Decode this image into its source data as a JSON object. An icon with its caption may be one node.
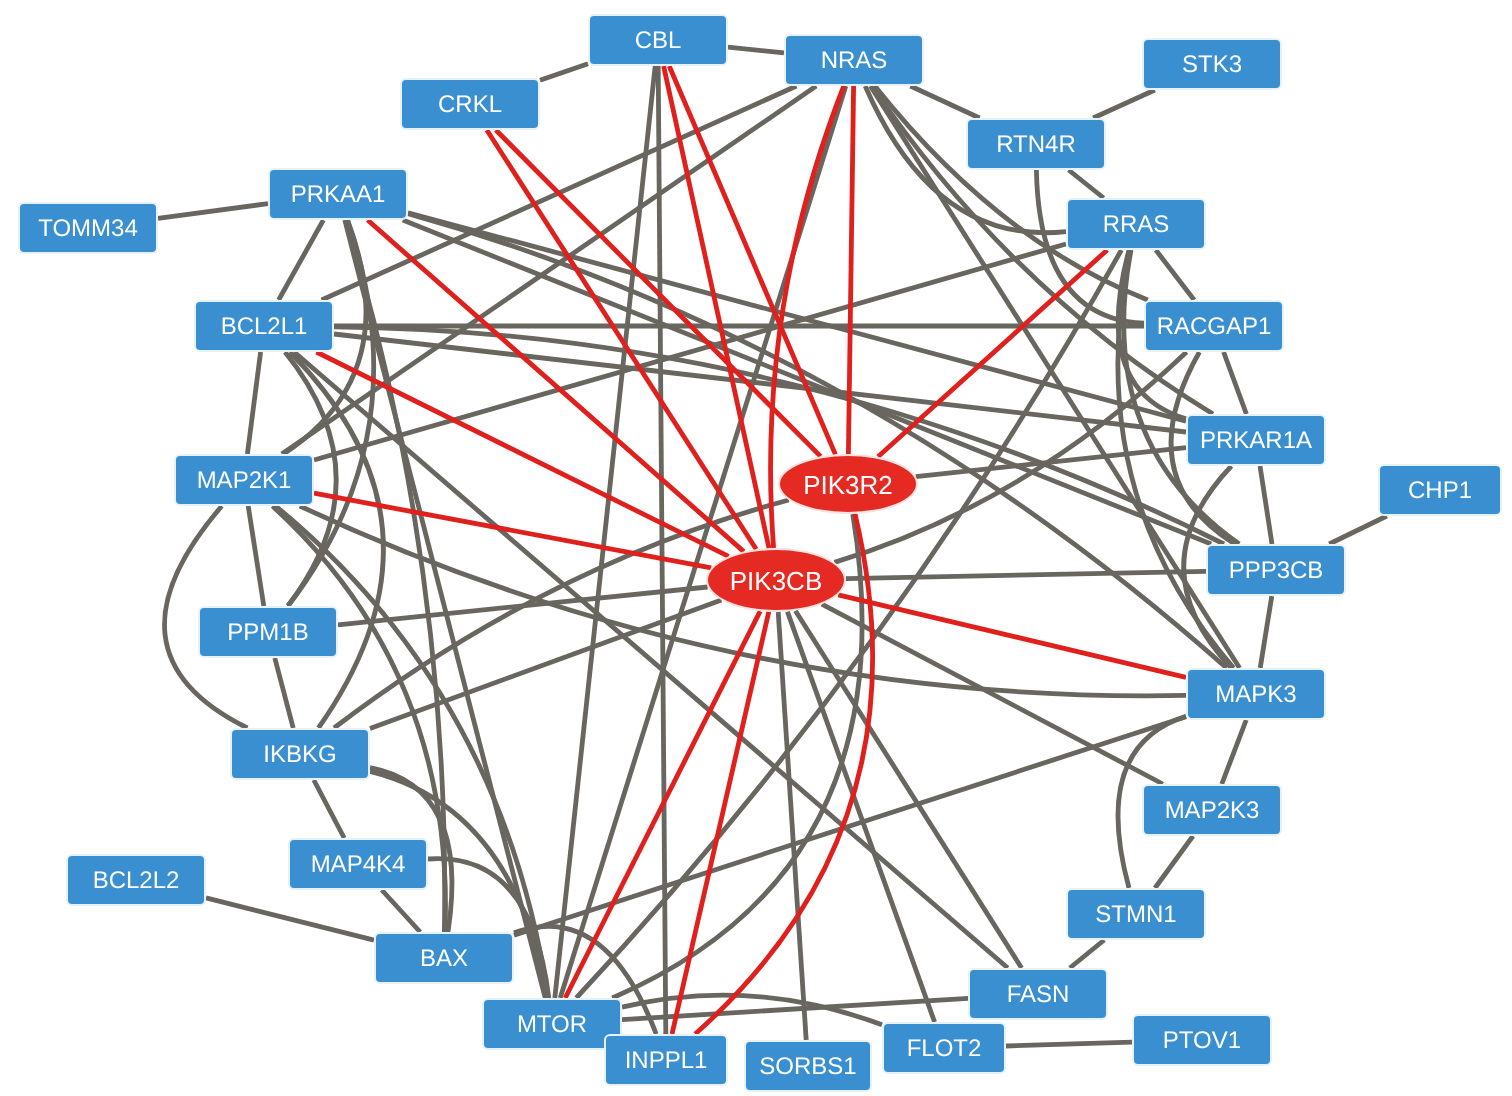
{
  "diagram": {
    "nodes": [
      {
        "text": [
          "CBL"
        ]
      },
      {
        "text": [
          "NRAS"
        ]
      },
      {
        "text": [
          "CRKL"
        ]
      },
      {
        "text": [
          "STK3"
        ]
      },
      {
        "text": [
          "RTN4R"
        ]
      },
      {
        "text": [
          "PRKAA1"
        ]
      },
      {
        "text": [
          "TOMM34"
        ]
      },
      {
        "text": [
          "RRAS"
        ]
      },
      {
        "text": [
          "BCL2L1"
        ]
      },
      {
        "text": [
          "RACGAP1"
        ]
      },
      {
        "text": [
          "PRKAR1A"
        ]
      },
      {
        "text": [
          "PIK3R2"
        ]
      },
      {
        "text": [
          "MAP2K1"
        ]
      },
      {
        "text": [
          "CHP1"
        ]
      },
      {
        "text": [
          "PPP3CB"
        ]
      },
      {
        "text": [
          "PIK3CB"
        ]
      },
      {
        "text": [
          "PPM1B"
        ]
      },
      {
        "text": [
          "MAPK3"
        ]
      },
      {
        "text": [
          "IKBKG"
        ]
      },
      {
        "text": [
          "MAP2K3"
        ]
      },
      {
        "text": [
          "MAP4K4"
        ]
      },
      {
        "text": [
          "BCL2L2"
        ]
      },
      {
        "text": [
          "STMN1"
        ]
      },
      {
        "text": [
          "BAX"
        ]
      },
      {
        "text": [
          "FASN"
        ]
      },
      {
        "text": [
          "MTOR"
        ]
      },
      {
        "text": [
          "PTOV1"
        ]
      },
      {
        "text": [
          "INPPL1"
        ]
      },
      {
        "text": [
          "FLOT2"
        ]
      },
      {
        "text": [
          "SORBS1"
        ]
      }
    ],
    "edges": [
      {
        "from": 0,
        "to": 2,
        "arrow": "none"
      },
      {
        "from": 0,
        "to": 1,
        "arrow": "none"
      },
      {
        "from": 1,
        "to": 4,
        "arrow": "none"
      },
      {
        "from": 3,
        "to": 4,
        "arrow": "none"
      },
      {
        "from": 5,
        "to": 6,
        "arrow": "none"
      },
      {
        "from": 13,
        "to": 14,
        "arrow": "none"
      },
      {
        "from": 21,
        "to": 23,
        "arrow": "none"
      },
      {
        "from": 28,
        "to": 26,
        "arrow": "none"
      },
      {
        "from": 22,
        "to": 24,
        "arrow": "none"
      },
      {
        "from": 1,
        "to": 7,
        "arrow": "none"
      },
      {
        "from": 1,
        "to": 9,
        "arrow": "none"
      },
      {
        "from": 1,
        "to": 17,
        "arrow": "none"
      },
      {
        "from": 1,
        "to": 10,
        "arrow": "none"
      },
      {
        "from": 1,
        "to": 8,
        "arrow": "none"
      },
      {
        "from": 1,
        "to": 12,
        "arrow": "none"
      },
      {
        "from": 1,
        "to": 25,
        "arrow": "none"
      },
      {
        "from": 0,
        "to": 25,
        "arrow": "none"
      },
      {
        "from": 0,
        "to": 27,
        "arrow": "none"
      },
      {
        "from": 5,
        "to": 8,
        "arrow": "none"
      },
      {
        "from": 5,
        "to": 12,
        "arrow": "none"
      },
      {
        "from": 5,
        "to": 16,
        "arrow": "none"
      },
      {
        "from": 5,
        "to": 10,
        "arrow": "none"
      },
      {
        "from": 5,
        "to": 17,
        "arrow": "none"
      },
      {
        "from": 5,
        "to": 14,
        "arrow": "none"
      },
      {
        "from": 5,
        "to": 23,
        "arrow": "none"
      },
      {
        "from": 5,
        "to": 25,
        "arrow": "none"
      },
      {
        "from": 8,
        "to": 12,
        "arrow": "none"
      },
      {
        "from": 8,
        "to": 16,
        "arrow": "none"
      },
      {
        "from": 8,
        "to": 18,
        "arrow": "none"
      },
      {
        "from": 8,
        "to": 9,
        "arrow": "none"
      },
      {
        "from": 8,
        "to": 10,
        "arrow": "none"
      },
      {
        "from": 8,
        "to": 14,
        "arrow": "none"
      },
      {
        "from": 8,
        "to": 24,
        "arrow": "none"
      },
      {
        "from": 12,
        "to": 16,
        "arrow": "none"
      },
      {
        "from": 12,
        "to": 18,
        "arrow": "none"
      },
      {
        "from": 12,
        "to": 23,
        "arrow": "none"
      },
      {
        "from": 12,
        "to": 7,
        "arrow": "none"
      },
      {
        "from": 12,
        "to": 17,
        "arrow": "none"
      },
      {
        "from": 12,
        "to": 25,
        "arrow": "none"
      },
      {
        "from": 16,
        "to": 18,
        "arrow": "none"
      },
      {
        "from": 16,
        "to": 15,
        "arrow": "none"
      },
      {
        "from": 18,
        "to": 20,
        "arrow": "none"
      },
      {
        "from": 18,
        "to": 23,
        "arrow": "none"
      },
      {
        "from": 18,
        "to": 25,
        "arrow": "none"
      },
      {
        "from": 18,
        "to": 11,
        "arrow": "none"
      },
      {
        "from": 18,
        "to": 15,
        "arrow": "none"
      },
      {
        "from": 20,
        "to": 23,
        "arrow": "none"
      },
      {
        "from": 20,
        "to": 25,
        "arrow": "none"
      },
      {
        "from": 7,
        "to": 9,
        "arrow": "none"
      },
      {
        "from": 7,
        "to": 10,
        "arrow": "none"
      },
      {
        "from": 7,
        "to": 14,
        "arrow": "none"
      },
      {
        "from": 7,
        "to": 17,
        "arrow": "none"
      },
      {
        "from": 7,
        "to": 25,
        "arrow": "none"
      },
      {
        "from": 4,
        "to": 7,
        "arrow": "none"
      },
      {
        "from": 4,
        "to": 9,
        "arrow": "none"
      },
      {
        "from": 9,
        "to": 10,
        "arrow": "none"
      },
      {
        "from": 9,
        "to": 14,
        "arrow": "none"
      },
      {
        "from": 9,
        "to": 15,
        "arrow": "none"
      },
      {
        "from": 10,
        "to": 14,
        "arrow": "none"
      },
      {
        "from": 10,
        "to": 17,
        "arrow": "none"
      },
      {
        "from": 10,
        "to": 11,
        "arrow": "none"
      },
      {
        "from": 14,
        "to": 17,
        "arrow": "none"
      },
      {
        "from": 14,
        "to": 15,
        "arrow": "none"
      },
      {
        "from": 17,
        "to": 19,
        "arrow": "none"
      },
      {
        "from": 17,
        "to": 22,
        "arrow": "none"
      },
      {
        "from": 17,
        "to": 23,
        "arrow": "none"
      },
      {
        "from": 19,
        "to": 22,
        "arrow": "none"
      },
      {
        "from": 19,
        "to": 15,
        "arrow": "none"
      },
      {
        "from": 15,
        "to": 24,
        "arrow": "none"
      },
      {
        "from": 15,
        "to": 28,
        "arrow": "none"
      },
      {
        "from": 15,
        "to": 29,
        "arrow": "none"
      },
      {
        "from": 24,
        "to": 25,
        "arrow": "none"
      },
      {
        "from": 23,
        "to": 27,
        "arrow": "none"
      },
      {
        "from": 25,
        "to": 11,
        "arrow": "none"
      },
      {
        "from": 25,
        "to": 28,
        "arrow": "none"
      },
      {
        "from": 0,
        "to": 15,
        "arrow": "none",
        "color": "#e0201c"
      },
      {
        "from": 0,
        "to": 11,
        "arrow": "none",
        "color": "#e0201c"
      },
      {
        "from": 1,
        "to": 11,
        "arrow": "none",
        "color": "#e0201c"
      },
      {
        "from": 1,
        "to": 15,
        "arrow": "none",
        "color": "#e0201c"
      },
      {
        "from": 2,
        "to": 15,
        "arrow": "none",
        "color": "#e0201c"
      },
      {
        "from": 2,
        "to": 11,
        "arrow": "none",
        "color": "#e0201c"
      },
      {
        "from": 5,
        "to": 15,
        "arrow": "none",
        "color": "#e0201c"
      },
      {
        "from": 8,
        "to": 15,
        "arrow": "none",
        "color": "#e0201c"
      },
      {
        "from": 12,
        "to": 15,
        "arrow": "none",
        "color": "#e0201c"
      },
      {
        "from": 7,
        "to": 11,
        "arrow": "none",
        "color": "#e0201c"
      },
      {
        "from": 17,
        "to": 15,
        "arrow": "none",
        "color": "#e0201c"
      },
      {
        "from": 25,
        "to": 15,
        "arrow": "none",
        "color": "#e0201c"
      },
      {
        "from": 27,
        "to": 15,
        "arrow": "none",
        "color": "#e0201c"
      },
      {
        "from": 27,
        "to": 11,
        "arrow": "none",
        "color": "#e0201c"
      }
    ]
  }
}
